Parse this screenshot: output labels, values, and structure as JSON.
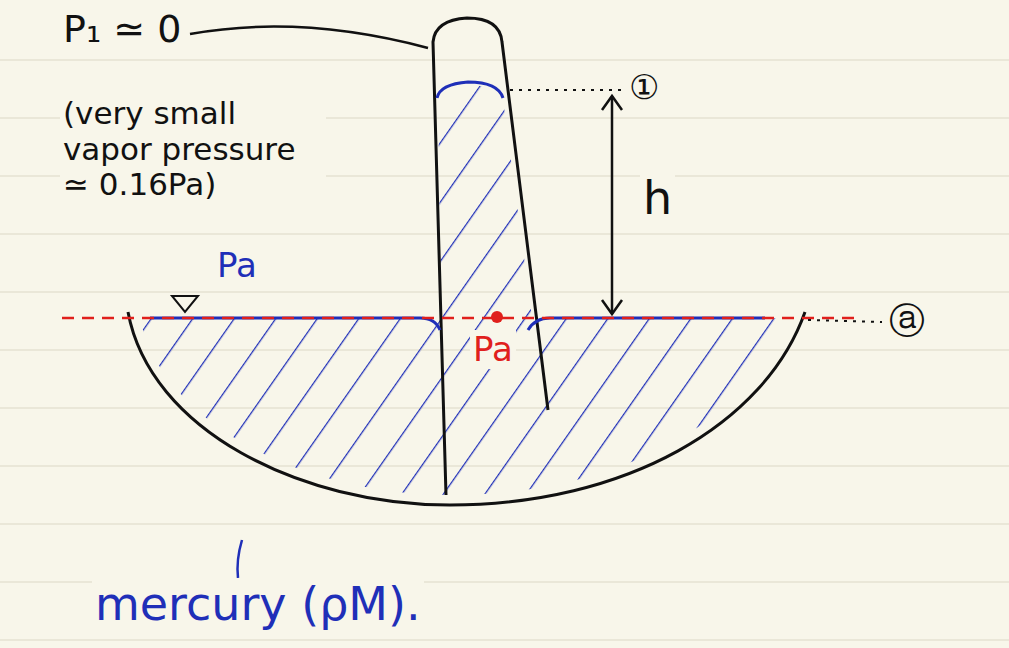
{
  "diagram": {
    "labels": [
      "P₁ ≃ 0",
      "(very small vapor pressure ≃ 0.16Pa)",
      "Pa",
      "①",
      "h",
      "Pa",
      "ⓐ",
      "mercury (ρM)."
    ]
  }
}
